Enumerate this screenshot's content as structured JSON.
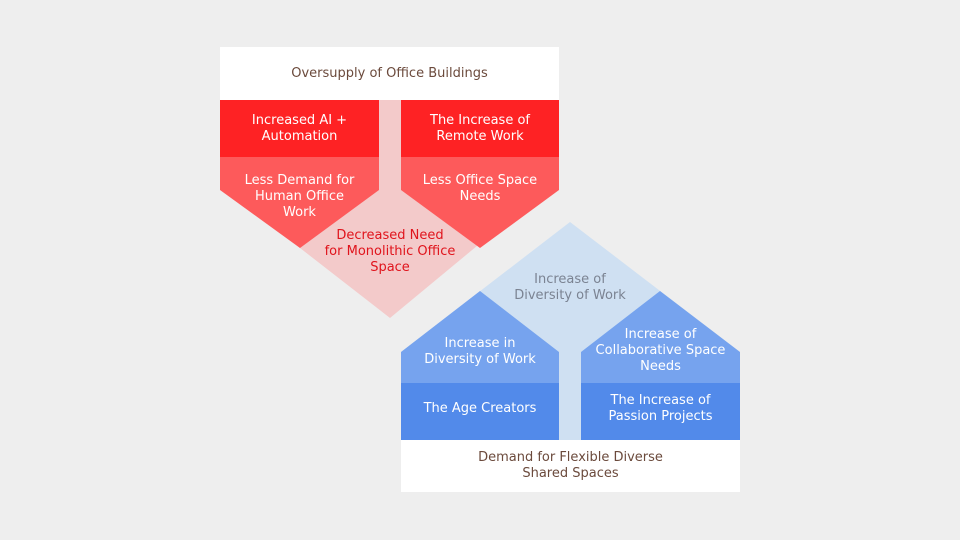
{
  "colors": {
    "background": "#eeeeee",
    "red_dark": "#fe2224",
    "red_mid": "#fd5a5b",
    "red_light": "#f3caca",
    "blue_dark": "#528aea",
    "blue_mid": "#76a3ee",
    "blue_light": "#cfe0f2",
    "box_white": "#ffffff",
    "text_dark": "#6b4a3c",
    "text_red": "#e0141c",
    "text_grey": "#7b8392"
  },
  "top_group": {
    "header": "Oversupply of Office Buildings",
    "left_top": "Increased AI +\nAutomation",
    "right_top": "The Increase of\nRemote Work",
    "left_bottom": "Less Demand for\nHuman Office\nWork",
    "right_bottom": "Less Office Space\nNeeds",
    "center": "Decreased Need\nfor Monolithic Office\nSpace"
  },
  "bottom_group": {
    "center": "Increase of\nDiversity of Work",
    "left_upper": "Increase in\nDiversity of Work",
    "right_upper": "Increase of\nCollaborative Space\nNeeds",
    "left_lower": "The Age Creators",
    "right_lower": "The Increase of\nPassion Projects",
    "footer": "Demand for Flexible Diverse\nShared Spaces"
  }
}
